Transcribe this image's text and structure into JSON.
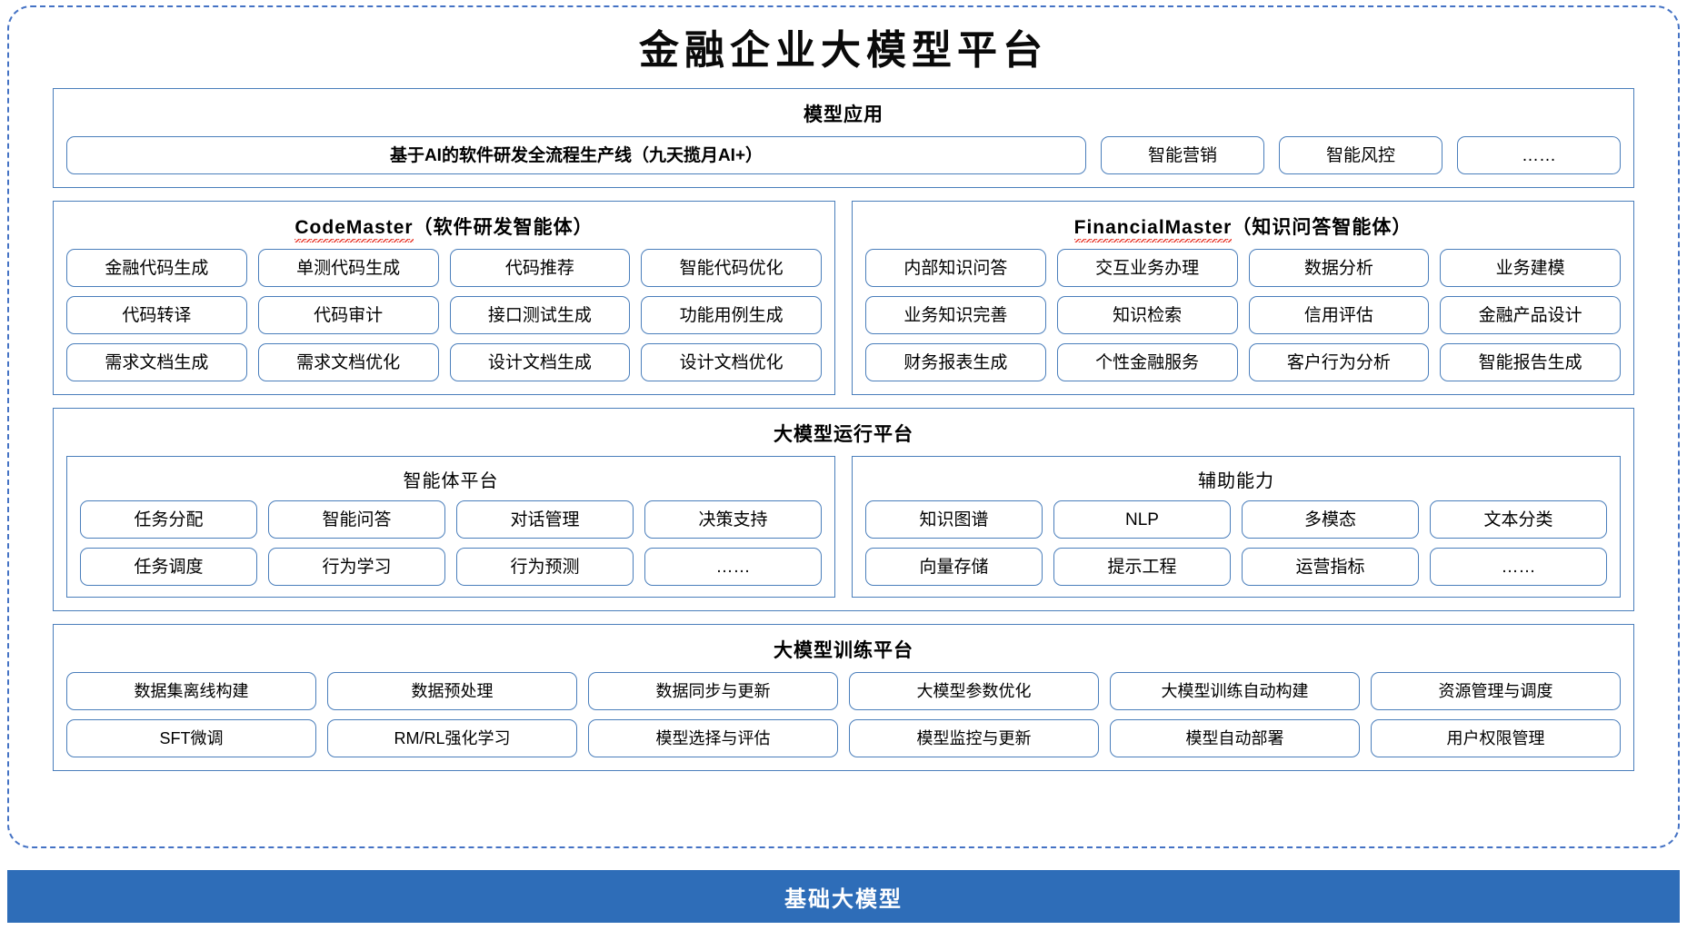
{
  "title": "金融企业大模型平台",
  "colors": {
    "frame_dashed": "#4472C4",
    "card_border": "#4A7EBB",
    "pill_border": "#4A7EBB",
    "base_bar_bg": "#2E6DB8",
    "base_bar_text": "#FFFFFF",
    "spellcheck_squiggle": "#E8392C"
  },
  "model_application": {
    "title": "模型应用",
    "primary": "基于AI的软件研发全流程生产线（九天揽月AI+）",
    "items": [
      "智能营销",
      "智能风控",
      "……"
    ]
  },
  "agents": [
    {
      "name_latin": "CodeMaster",
      "name_cn": "（软件研发智能体）",
      "items": [
        "金融代码生成",
        "单测代码生成",
        "代码推荐",
        "智能代码优化",
        "代码转译",
        "代码审计",
        "接口测试生成",
        "功能用例生成",
        "需求文档生成",
        "需求文档优化",
        "设计文档生成",
        "设计文档优化"
      ]
    },
    {
      "name_latin": "FinancialMaster",
      "name_cn": "（知识问答智能体）",
      "items": [
        "内部知识问答",
        "交互业务办理",
        "数据分析",
        "业务建模",
        "业务知识完善",
        "知识检索",
        "信用评估",
        "金融产品设计",
        "财务报表生成",
        "个性金融服务",
        "客户行为分析",
        "智能报告生成"
      ]
    }
  ],
  "runtime_platform": {
    "title": "大模型运行平台",
    "subsections": [
      {
        "title": "智能体平台",
        "items": [
          "任务分配",
          "智能问答",
          "对话管理",
          "决策支持",
          "任务调度",
          "行为学习",
          "行为预测",
          "……"
        ]
      },
      {
        "title": "辅助能力",
        "items": [
          "知识图谱",
          "NLP",
          "多模态",
          "文本分类",
          "向量存储",
          "提示工程",
          "运营指标",
          "……"
        ]
      }
    ]
  },
  "training_platform": {
    "title": "大模型训练平台",
    "items": [
      "数据集离线构建",
      "数据预处理",
      "数据同步与更新",
      "大模型参数优化",
      "大模型训练自动构建",
      "资源管理与调度",
      "SFT微调",
      "RM/RL强化学习",
      "模型选择与评估",
      "模型监控与更新",
      "模型自动部署",
      "用户权限管理"
    ]
  },
  "base_model_bar": {
    "label": "基础大模型"
  }
}
